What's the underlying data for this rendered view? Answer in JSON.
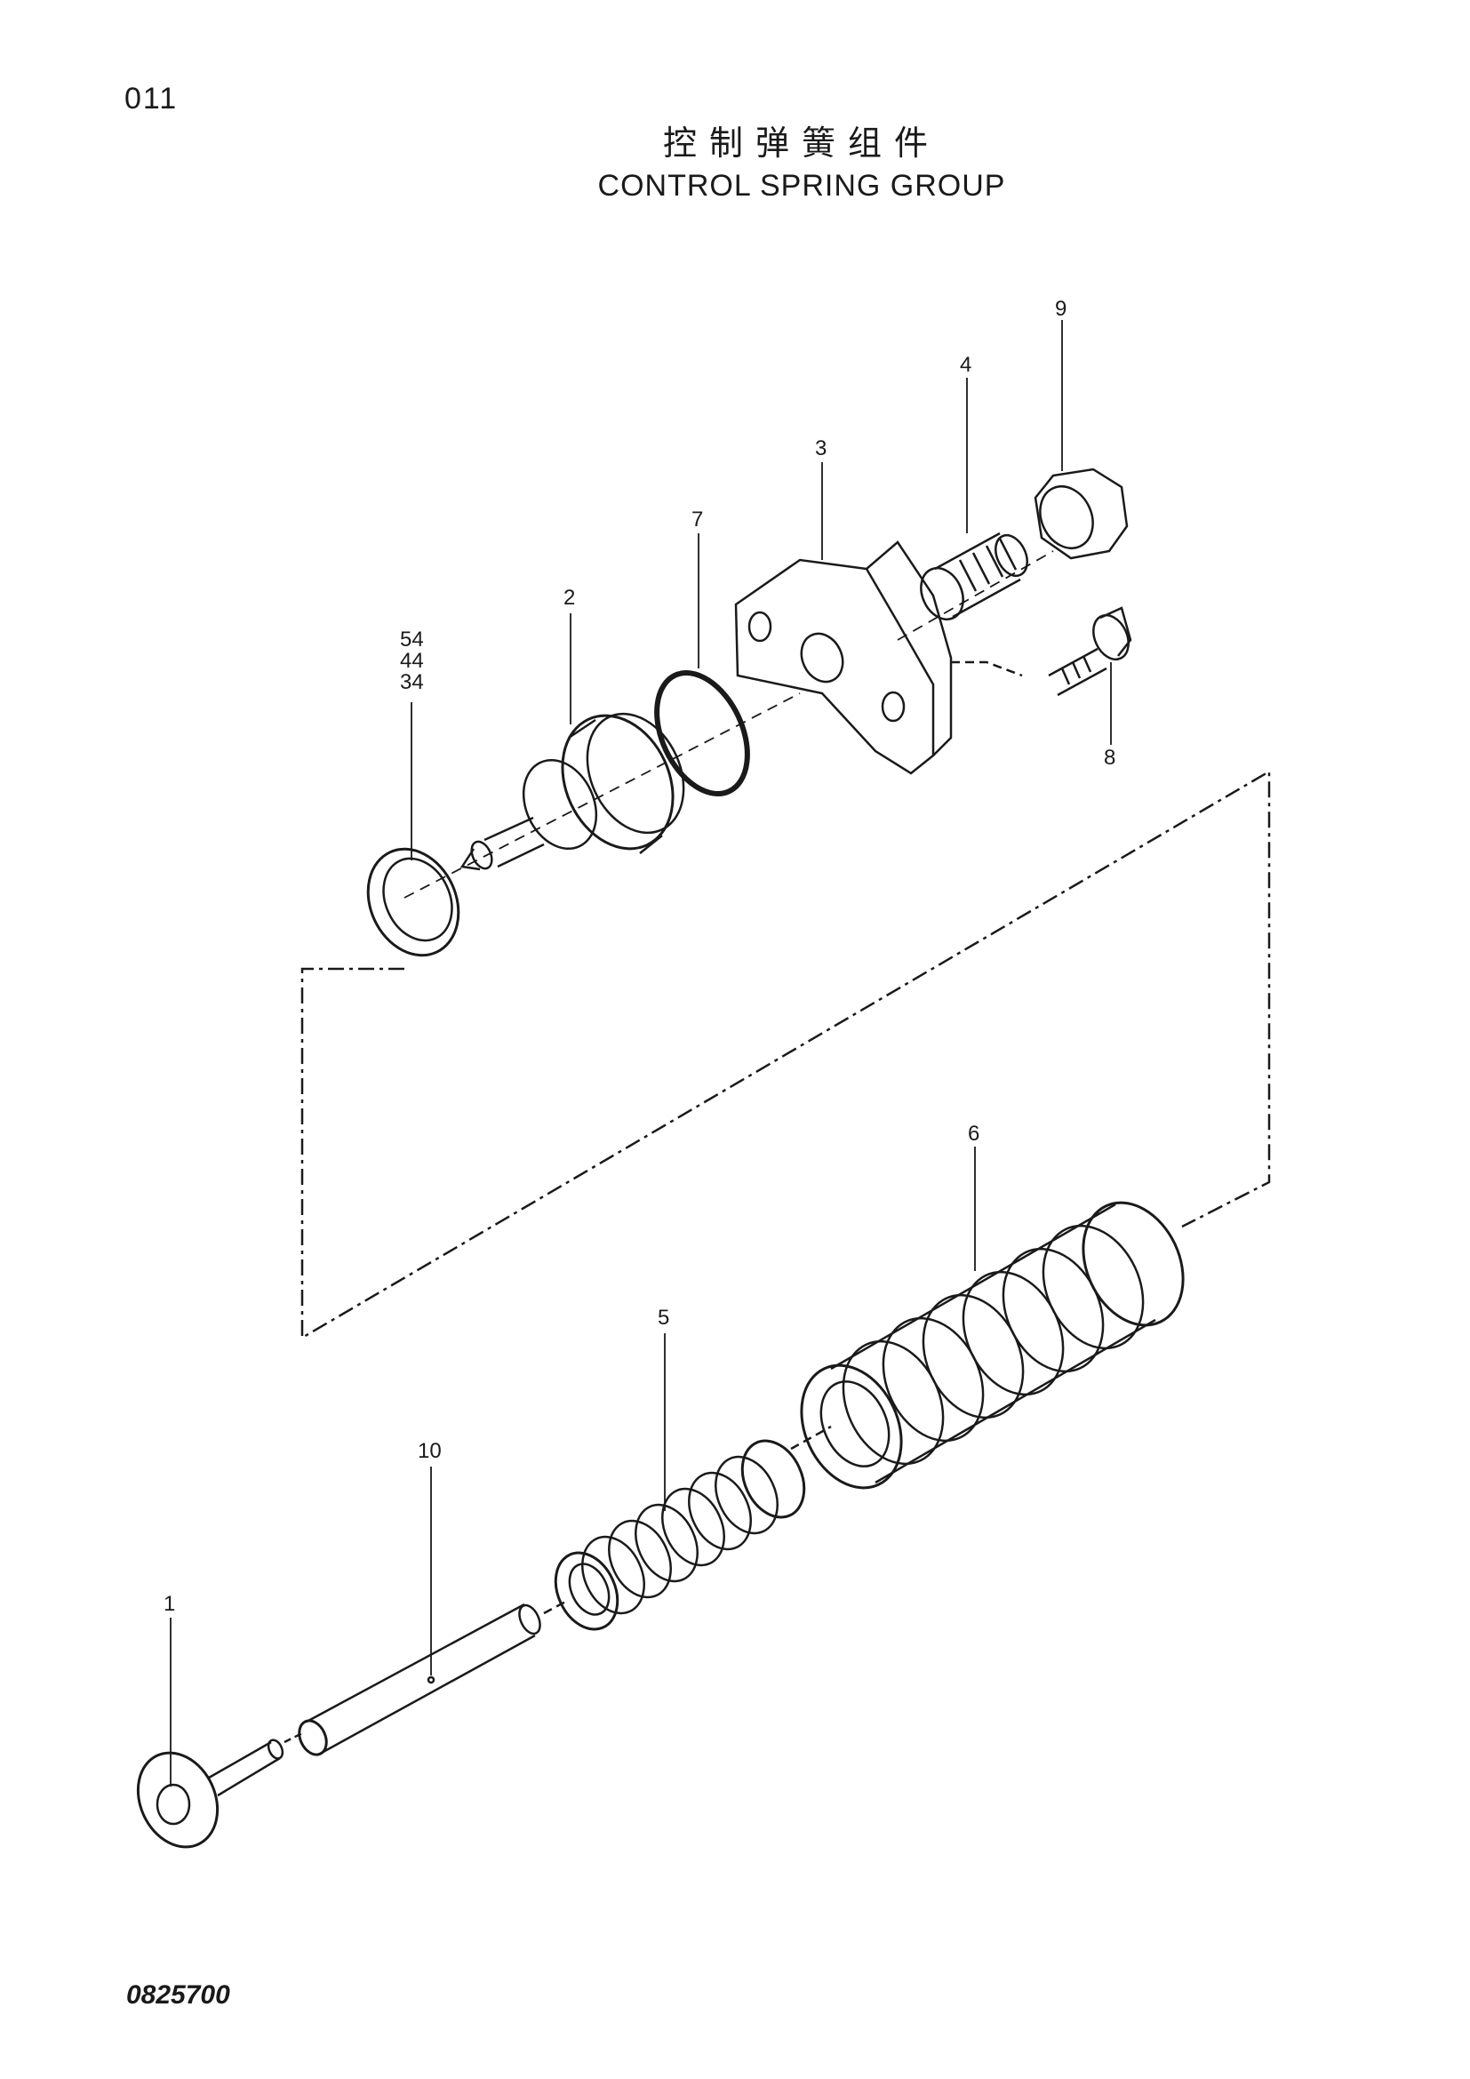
{
  "page_number": "011",
  "title_cn": "控制弹簧组件",
  "title_en": "CONTROL SPRING GROUP",
  "drawing_number": "0825700",
  "callouts": {
    "c1": "1",
    "c2": "2",
    "c3": "3",
    "c4": "4",
    "c5": "5",
    "c6": "6",
    "c7": "7",
    "c8": "8",
    "c9": "9",
    "c10": "10",
    "c54": "54",
    "c44": "44",
    "c34": "34"
  }
}
